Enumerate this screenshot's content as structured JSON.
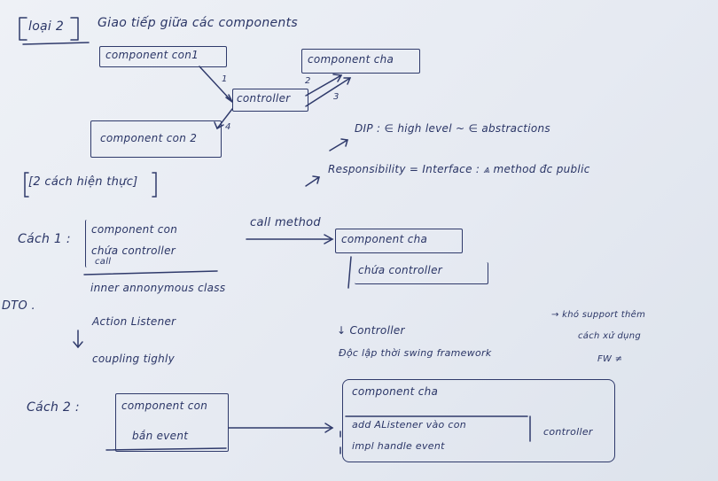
{
  "header": {
    "tag": "loại 2",
    "title": "Giao tiếp giữa các components"
  },
  "diagram1": {
    "comp_con1": "component con1",
    "comp_cha": "component cha",
    "controller": "controller",
    "comp_con2": "component con 2",
    "arrow_labels": [
      "1",
      "2",
      "3",
      "4"
    ]
  },
  "notes": {
    "dip": "DIP : ∈ high level ~ ∈ abstractions",
    "resp": "Responsibility = Interface : ⩓ method đc public"
  },
  "section": {
    "ways": "[2 cách hiện thực]"
  },
  "cach1": {
    "label": "Cách 1 :",
    "box_line1": "component con",
    "box_line2": "chứa controller",
    "box_sub": "call",
    "arrow_label": "call method",
    "cha_label": "component cha",
    "chua_controller": "chứa controller",
    "inner": "inner annonymous class",
    "dto": "DTO .",
    "action": "Action Listener",
    "down_arrow": "↓",
    "coupling": "coupling tighly",
    "controller_note": "↓ Controller",
    "doc_lap": "Độc lập thời swing framework",
    "support1": "→ khó support thêm",
    "support2": "cách xử dụng",
    "support3": "FW ≠"
  },
  "cach2": {
    "label": "Cách 2 :",
    "box_line1": "component con",
    "box_line2": "bắn event",
    "cha_label": "component cha",
    "add_listener": "add AListener vào con",
    "impl_handle": "impl handle event",
    "controller": "controller"
  }
}
